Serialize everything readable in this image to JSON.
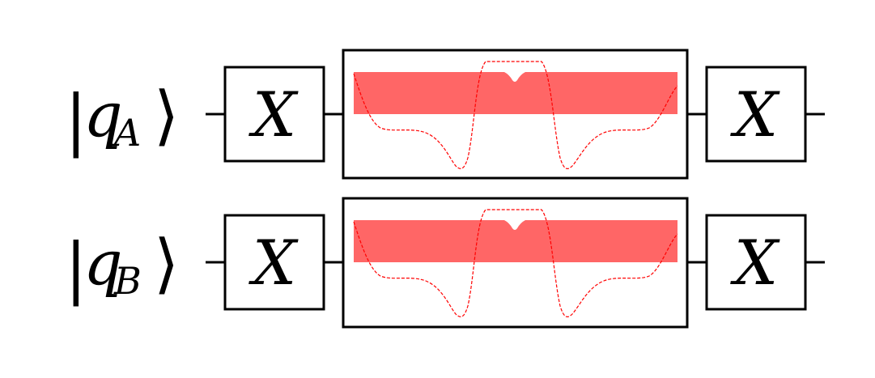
{
  "circuit": {
    "qubits": [
      {
        "ket": {
          "open": "|",
          "symbol": "q",
          "subscript": "A",
          "close": "⟩"
        }
      },
      {
        "ket": {
          "open": "|",
          "symbol": "q",
          "subscript": "B",
          "close": "⟩"
        }
      }
    ],
    "gates": {
      "pre_label": "X",
      "post_label": "X"
    },
    "pulse": {
      "band_color": "#ff6666",
      "curve_color": "#ff0000"
    }
  }
}
